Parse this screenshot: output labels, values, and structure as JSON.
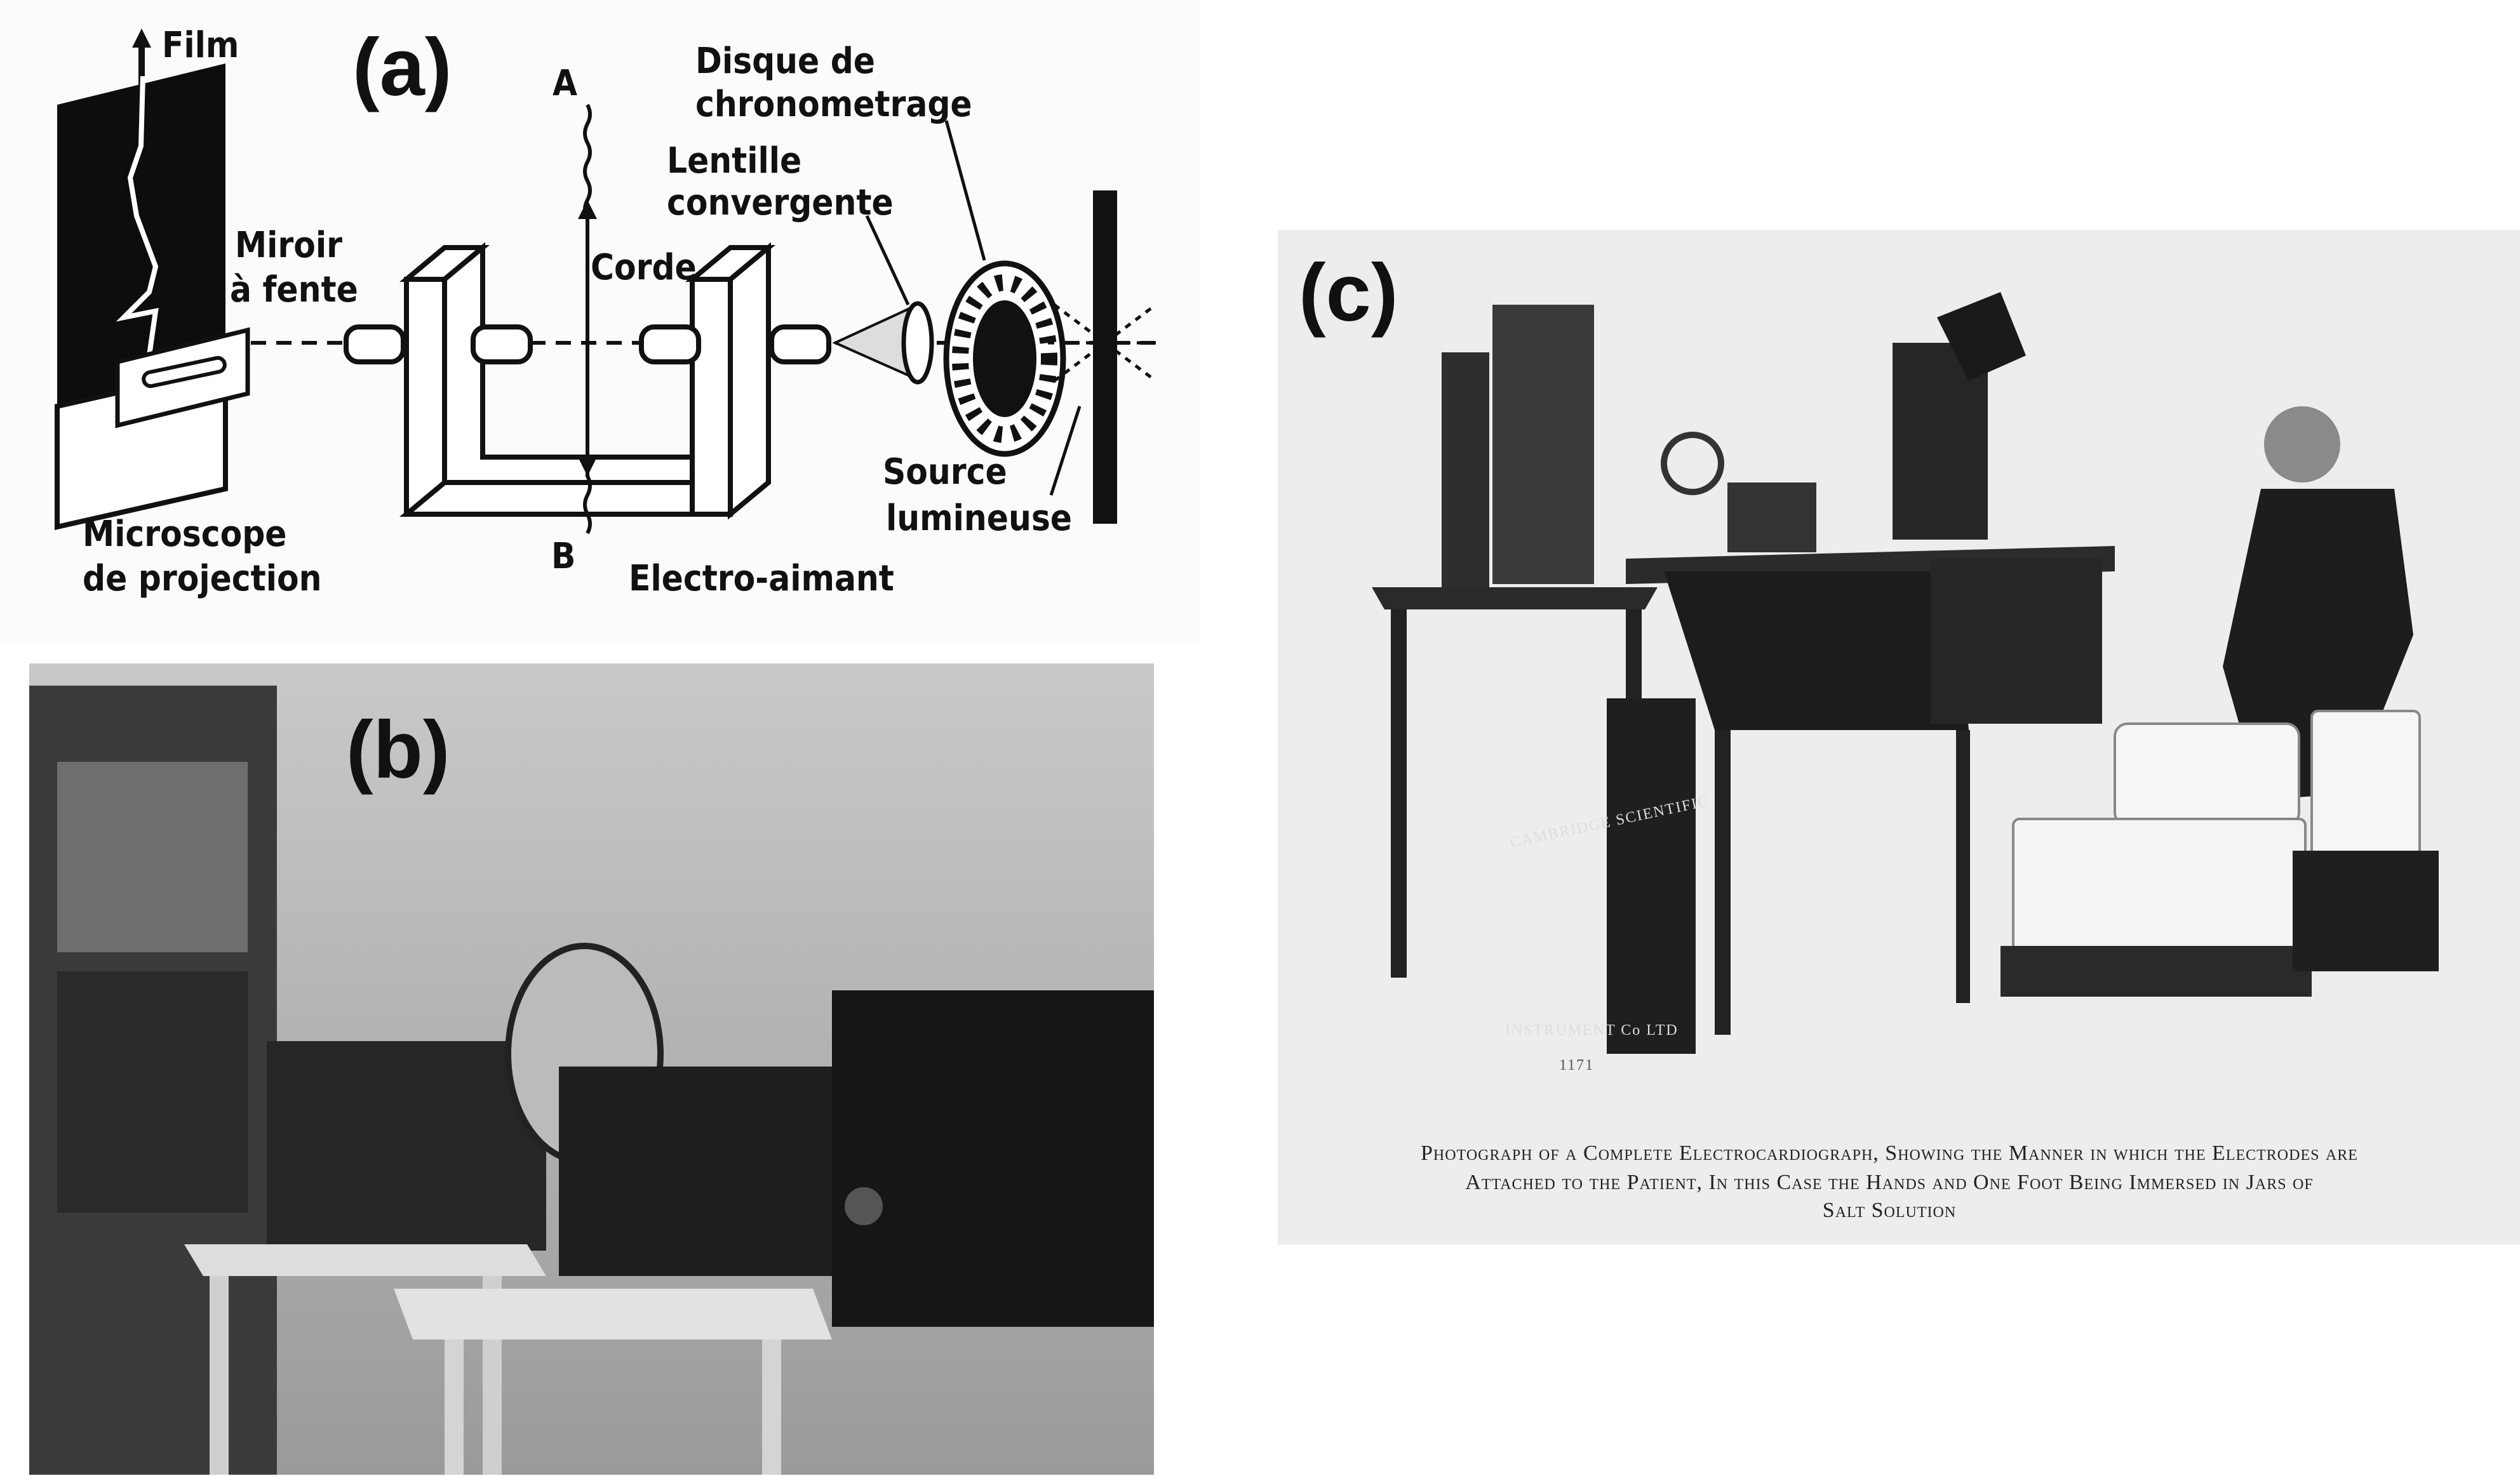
{
  "panels": {
    "a": {
      "label": "(a)",
      "film": "Film",
      "point_a": "A",
      "point_b": "B",
      "disque_1": "Disque de",
      "disque_2": "chronometrage",
      "lentille_1": "Lentille",
      "lentille_2": "convergente",
      "miroir_1": "Miroir",
      "miroir_2": "à fente",
      "corde": "Corde",
      "source_1": "Source",
      "source_2": "lumineuse",
      "microscope_1": "Microscope",
      "microscope_2": "de projection",
      "electro": "Electro-aimant"
    },
    "b": {
      "label": "(b)"
    },
    "c": {
      "label": "(c)",
      "plate_1": "CAMBRIDGE SCIENTIFIC",
      "plate_2": "INSTRUMENT Co LTD",
      "plate_number": "1171",
      "caption_1": "Photograph of a Complete Electrocardiograph, Showing the Manner in which the Electrodes are",
      "caption_2": "Attached to the Patient, In this Case the Hands and One Foot Being Immersed in Jars of",
      "caption_3": "Salt Solution"
    }
  }
}
